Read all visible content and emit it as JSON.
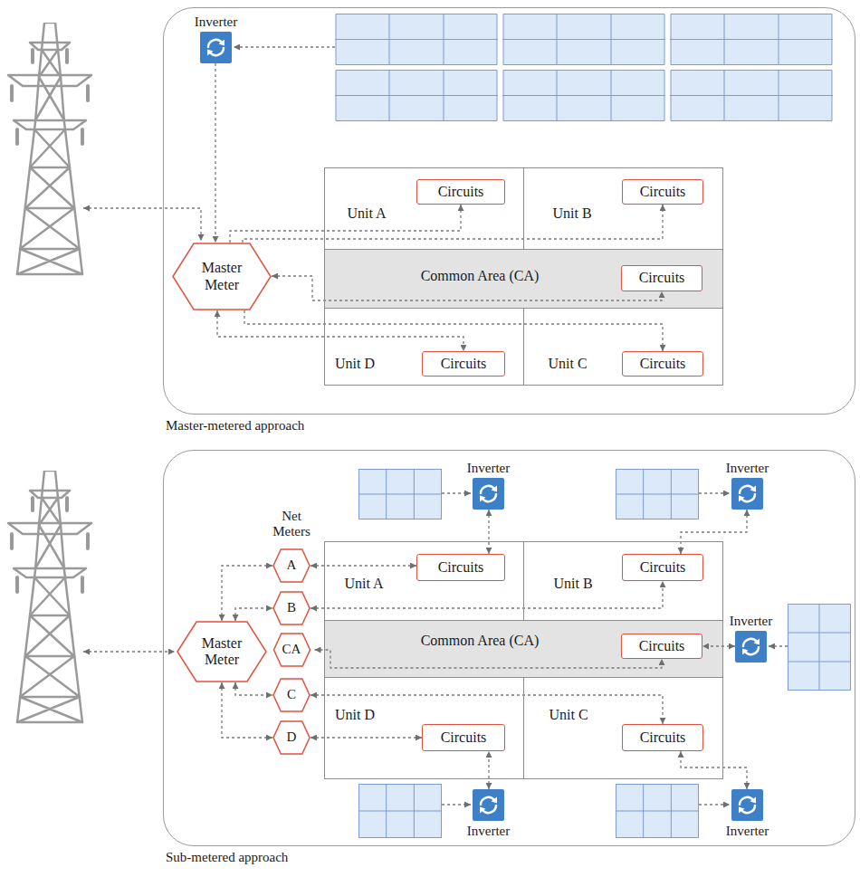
{
  "diagram": {
    "nodes": [
      {
        "text": [
          "Master-metered approach"
        ]
      },
      {
        "text": [
          "Inverter"
        ],
        "in": 0
      },
      {
        "text": [
          "Master Meter"
        ],
        "in": 0
      },
      {
        "text": [
          "Unit A"
        ],
        "in": 0
      },
      {
        "text": [
          "Circuits"
        ],
        "in": 3
      },
      {
        "text": [
          "Unit B"
        ],
        "in": 0
      },
      {
        "text": [
          "Circuits"
        ],
        "in": 5
      },
      {
        "text": [
          "Common Area (CA)"
        ],
        "in": 0
      },
      {
        "text": [
          "Circuits"
        ],
        "in": 7
      },
      {
        "text": [
          "Unit D"
        ],
        "in": 0
      },
      {
        "text": [
          "Circuits"
        ],
        "in": 9
      },
      {
        "text": [
          "Unit C"
        ],
        "in": 0
      },
      {
        "text": [
          "Circuits"
        ],
        "in": 11
      },
      {
        "text": [
          "Sub-metered approach"
        ]
      },
      {
        "text": [
          "Inverter"
        ],
        "in": 13
      },
      {
        "text": [
          "Inverter"
        ],
        "in": 13
      },
      {
        "text": [
          "Master Meter"
        ],
        "in": 13
      },
      {
        "text": [
          "A"
        ],
        "in": 13
      },
      {
        "text": [
          "B"
        ],
        "in": 13
      },
      {
        "text": [
          "CA"
        ],
        "in": 13
      },
      {
        "text": [
          "C"
        ],
        "in": 13
      },
      {
        "text": [
          "D"
        ],
        "in": 13
      },
      {
        "text": [
          "Unit A"
        ],
        "in": 13
      },
      {
        "text": [
          "Circuits"
        ],
        "in": 22
      },
      {
        "text": [
          "Unit B"
        ],
        "in": 13
      },
      {
        "text": [
          "Circuits"
        ],
        "in": 24
      },
      {
        "text": [
          "Common Area (CA)"
        ],
        "in": 13
      },
      {
        "text": [
          "Circuits"
        ],
        "in": 26
      },
      {
        "text": [
          "Inverter"
        ],
        "in": 13
      },
      {
        "text": [
          "Unit D"
        ],
        "in": 13
      },
      {
        "text": [
          "Circuits"
        ],
        "in": 29
      },
      {
        "text": [
          "Unit C"
        ],
        "in": 13
      },
      {
        "text": [
          "Circuits"
        ],
        "in": 31
      },
      {
        "text": [
          "Inverter"
        ],
        "in": 13
      },
      {
        "text": [
          "Inverter"
        ],
        "in": 13
      }
    ],
    "edges": [
      {
        "from": 1,
        "to": 2,
        "arrow": "to"
      },
      {
        "from": 2,
        "to": 4,
        "arrow": "to"
      },
      {
        "from": 2,
        "to": 6,
        "arrow": "to"
      },
      {
        "from": 2,
        "to": 8,
        "arrow": "both"
      },
      {
        "from": 2,
        "to": 10,
        "arrow": "both"
      },
      {
        "from": 2,
        "to": 12,
        "arrow": "to"
      },
      {
        "from": 16,
        "to": 17,
        "arrow": "both"
      },
      {
        "from": 16,
        "to": 18,
        "arrow": "both"
      },
      {
        "from": 16,
        "to": 20,
        "arrow": "both"
      },
      {
        "from": 16,
        "to": 21,
        "arrow": "both"
      },
      {
        "from": 17,
        "to": 23,
        "arrow": "both"
      },
      {
        "from": 18,
        "to": 25,
        "arrow": "both"
      },
      {
        "from": 19,
        "to": 27,
        "arrow": "both"
      },
      {
        "from": 20,
        "to": 32,
        "arrow": "both"
      },
      {
        "from": 21,
        "to": 30,
        "arrow": "both"
      },
      {
        "from": 14,
        "to": 23,
        "arrow": "both"
      },
      {
        "from": 15,
        "to": 25,
        "arrow": "both"
      },
      {
        "from": 28,
        "to": 27,
        "arrow": "both"
      },
      {
        "from": 33,
        "to": 30,
        "arrow": "both"
      },
      {
        "from": 34,
        "to": 32,
        "arrow": "both"
      }
    ],
    "labels": [
      "Net Meters"
    ]
  }
}
